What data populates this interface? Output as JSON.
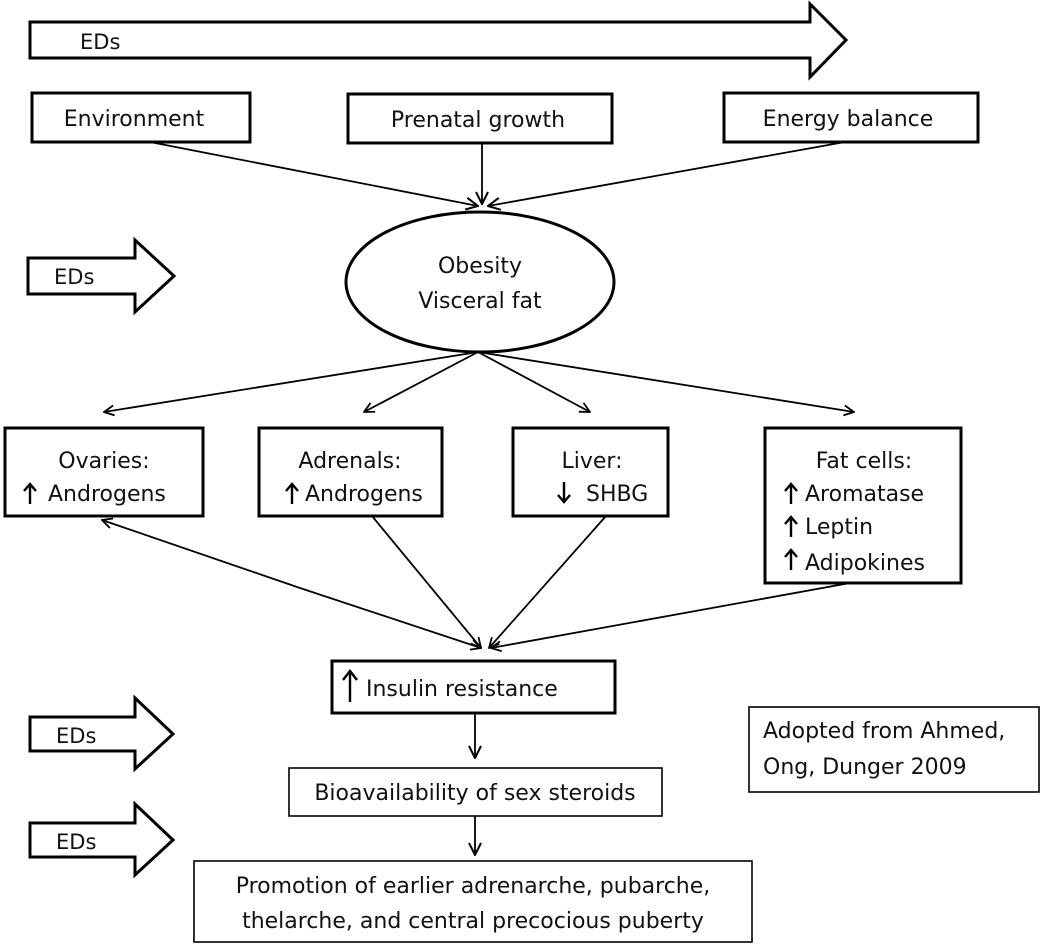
{
  "colors": {
    "stroke": "#000000",
    "fill": "#ffffff",
    "text": "#111111"
  },
  "ed_arrows": [
    {
      "label": "EDs"
    },
    {
      "label": "EDs"
    },
    {
      "label": "EDs"
    },
    {
      "label": "EDs"
    }
  ],
  "inputs": {
    "environment": "Environment",
    "prenatal_growth": "Prenatal growth",
    "energy_balance": "Energy balance"
  },
  "obesity": {
    "line1": "Obesity",
    "line2": "Visceral fat"
  },
  "organs": {
    "ovaries": {
      "title": "Ovaries:",
      "item": "Androgens",
      "direction": "up"
    },
    "adrenals": {
      "title": "Adrenals:",
      "item": "Androgens",
      "direction": "up"
    },
    "liver": {
      "title": "Liver:",
      "item": "SHBG",
      "direction": "down"
    },
    "fat_cells": {
      "title": "Fat cells:",
      "items": [
        {
          "text": "Aromatase",
          "direction": "up"
        },
        {
          "text": "Leptin",
          "direction": "up"
        },
        {
          "text": "Adipokines",
          "direction": "up"
        }
      ]
    }
  },
  "insulin": {
    "label": "Insulin resistance",
    "direction": "up"
  },
  "bioavailability": {
    "label": "Bioavailability of sex steroids"
  },
  "outcome": {
    "line1": "Promotion of earlier adrenarche, pubarche,",
    "line2": "thelarche, and central precocious puberty"
  },
  "citation": {
    "line1": "Adopted from Ahmed,",
    "line2": "Ong, Dunger 2009"
  }
}
